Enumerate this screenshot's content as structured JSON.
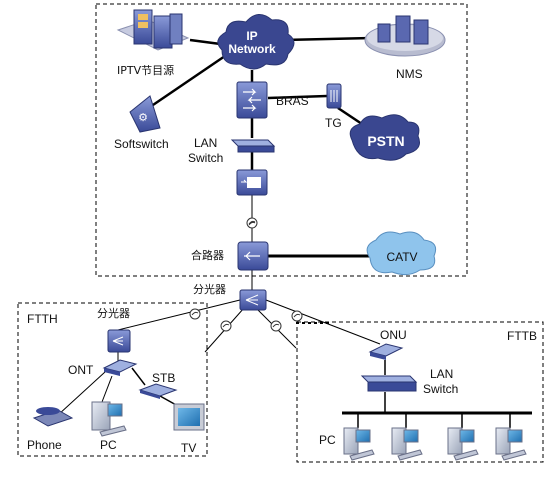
{
  "diagram": {
    "nodes": {
      "ip_network": {
        "line1": "IP",
        "line2": "Network"
      },
      "iptv_source": "IPTV节目源",
      "nms": "NMS",
      "bras": "BRAS",
      "softswitch": "Softswitch",
      "tg": "TG",
      "pstn": "PSTN",
      "lan_switch_top": {
        "line1": "LAN",
        "line2": "Switch"
      },
      "combiner": "合路器",
      "catv": "CATV",
      "splitter_main": "分光器",
      "splitter_ftth": "分光器",
      "onu": "ONU",
      "lan_switch_fttb": {
        "line1": "LAN",
        "line2": "Switch"
      },
      "ont": "ONT",
      "stb": "STB",
      "phone": "Phone",
      "pc_ftth": "PC",
      "tv": "TV",
      "pc_fttb": "PC"
    },
    "regions": {
      "ftth": "FTTH",
      "fttb": "FTTB"
    },
    "colors": {
      "cloud": "#3f4a8f",
      "cloud_light": "#8fc4ec",
      "device": "#4a5aa8",
      "device_light": "#9fb0e0",
      "line": "#000000"
    }
  }
}
